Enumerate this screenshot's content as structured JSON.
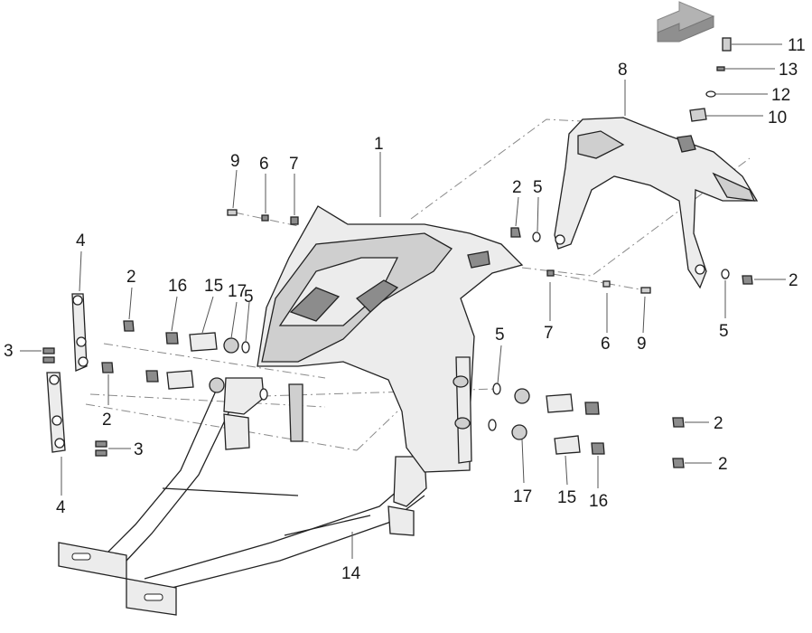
{
  "diagram": {
    "callouts": {
      "c1": "1",
      "c2a": "2",
      "c2b": "2",
      "c2c": "2",
      "c2d": "2",
      "c2e": "2",
      "c2f": "2",
      "c3a": "3",
      "c3b": "3",
      "c4a": "4",
      "c4b": "4",
      "c5a": "5",
      "c5b": "5",
      "c5c": "5",
      "c5d": "5",
      "c6a": "6",
      "c6b": "6",
      "c7a": "7",
      "c7b": "7",
      "c8": "8",
      "c9a": "9",
      "c9b": "9",
      "c10": "10",
      "c11": "11",
      "c12": "12",
      "c13": "13",
      "c14": "14",
      "c15a": "15",
      "c15b": "15",
      "c16a": "16",
      "c16b": "16",
      "c17a": "17",
      "c17b": "17"
    },
    "colors": {
      "line": "#222222",
      "fill_light": "#ececec",
      "fill_mid": "#cfcfcf",
      "fill_dark": "#8c8c8c",
      "arrow": "#9a9a9a"
    },
    "icons": [
      "direction-arrow-icon"
    ]
  }
}
